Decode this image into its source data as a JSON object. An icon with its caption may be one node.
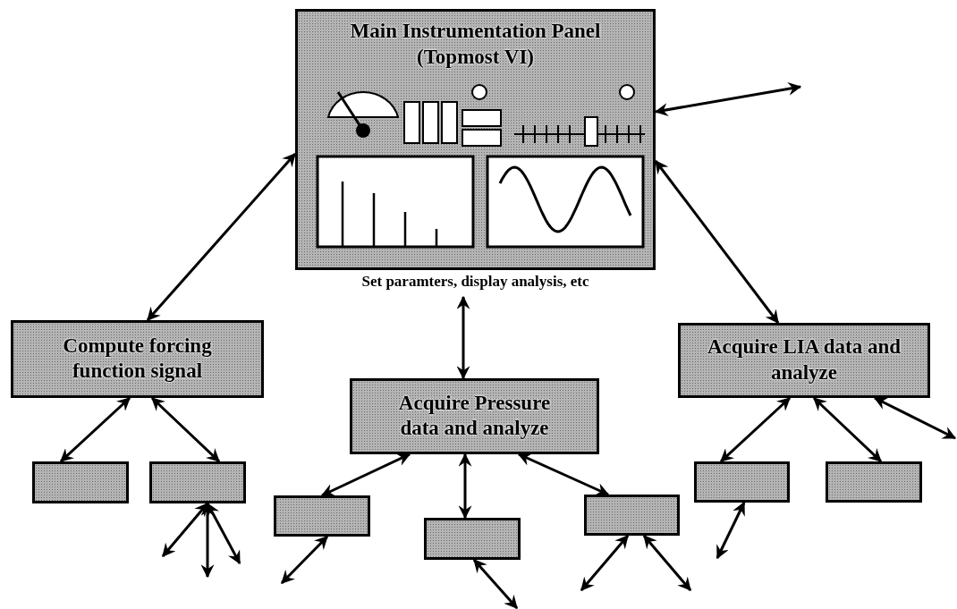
{
  "diagram": {
    "nodes": [
      {
        "text": [
          "Main Instrumentation Panel (Topmost VI)"
        ],
        "beside": [
          "Set paramters, display analysis, etc"
        ]
      },
      {
        "text": [
          "Compute forcing function signal"
        ]
      },
      {
        "text": [
          "Acquire Pressure data and analyze"
        ]
      },
      {
        "text": [
          "Acquire LIA data and analyze"
        ]
      },
      {
        "text": [],
        "shape": "box"
      },
      {
        "text": [],
        "shape": "box"
      },
      {
        "text": [],
        "shape": "box"
      },
      {
        "text": [],
        "shape": "box"
      },
      {
        "text": [],
        "shape": "box"
      },
      {
        "text": [],
        "shape": "box"
      },
      {
        "text": [],
        "shape": "box"
      }
    ],
    "edges": [
      {
        "from": 0,
        "to": 1,
        "arrow": "both"
      },
      {
        "from": 0,
        "to": 3,
        "arrow": "both"
      },
      {
        "from": 0,
        "to": null,
        "arrow": "both"
      },
      {
        "from": 0,
        "to": 2,
        "arrow": "both"
      },
      {
        "from": 1,
        "to": 4,
        "arrow": "both"
      },
      {
        "from": 1,
        "to": 5,
        "arrow": "both"
      },
      {
        "from": 5,
        "to": null,
        "arrow": "both"
      },
      {
        "from": 5,
        "to": null,
        "arrow": "both"
      },
      {
        "from": 5,
        "to": null,
        "arrow": "both"
      },
      {
        "from": 2,
        "to": 6,
        "arrow": "both"
      },
      {
        "from": 2,
        "to": 7,
        "arrow": "both"
      },
      {
        "from": 2,
        "to": 8,
        "arrow": "both"
      },
      {
        "from": 6,
        "to": null,
        "arrow": "both"
      },
      {
        "from": 7,
        "to": null,
        "arrow": "both"
      },
      {
        "from": 8,
        "to": null,
        "arrow": "both"
      },
      {
        "from": 8,
        "to": null,
        "arrow": "both"
      },
      {
        "from": 9,
        "to": null,
        "arrow": "both"
      },
      {
        "from": 3,
        "to": 9,
        "arrow": "both"
      },
      {
        "from": 3,
        "to": 10,
        "arrow": "both"
      },
      {
        "from": 3,
        "to": null,
        "arrow": "both"
      }
    ]
  }
}
